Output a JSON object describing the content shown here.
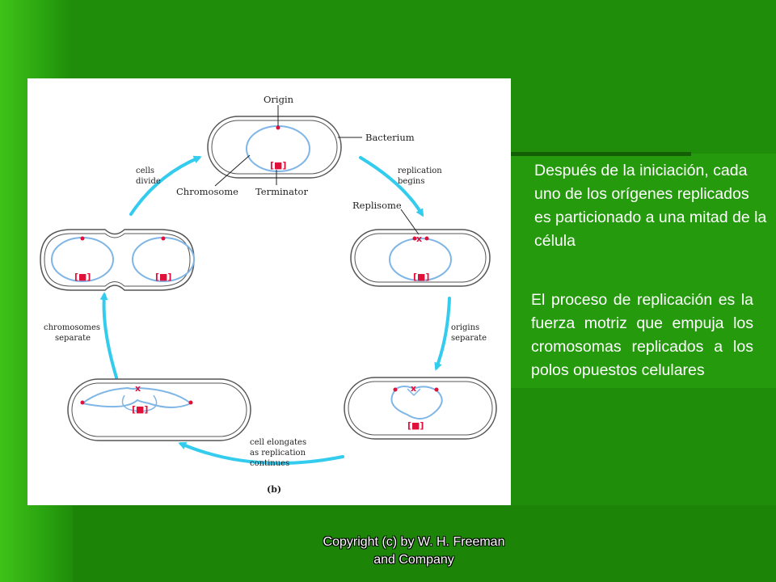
{
  "diagram": {
    "labels": {
      "origin": "Origin",
      "bacterium": "Bacterium",
      "chromosome": "Chromosome",
      "terminator": "Terminator",
      "replisome": "Replisome",
      "cells_divide": [
        "cells",
        "divide"
      ],
      "replication_begins": [
        "replication",
        "begins"
      ],
      "origins_separate": [
        "origins",
        "separate"
      ],
      "cell_elongates": [
        "cell elongates",
        "as replication",
        "continues"
      ],
      "chromosomes_separate": [
        "chromosomes",
        "separate"
      ],
      "panel": "(b)"
    },
    "colors": {
      "cell_outline": "#555555",
      "chromosome": "#7fb6e6",
      "arrow": "#33ccee",
      "origin": "#e0103a",
      "terminator": "#e0103a"
    }
  },
  "text": {
    "block1": "Después de la iniciación, cada uno de los orígenes replicados es particionado a una mitad de la célula",
    "block2": "El proceso de replicación es la fuerza motriz que empuja los cromosomas replicados a los polos opuestos celulares"
  },
  "footer": {
    "line1": "Copyright (c) by W. H. Freeman",
    "line2": "and Company"
  }
}
